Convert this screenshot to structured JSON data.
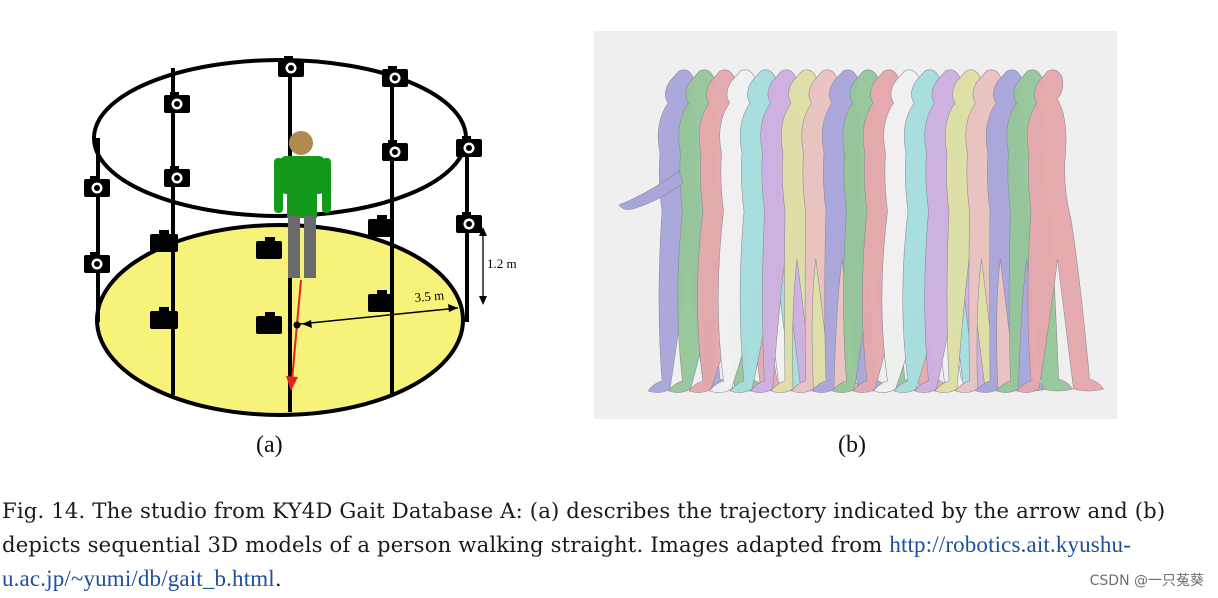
{
  "panel_a": {
    "sublabel": "(a)",
    "height_annotation": "1.2 m",
    "radius_annotation": "3.5 m",
    "colors": {
      "floor": "#f7f27a",
      "shirt": "#149a1a",
      "pants": "#6a6a6a",
      "head": "#b08a4e",
      "arrow": "#e3231b"
    }
  },
  "panel_b": {
    "sublabel": "(b)",
    "figure_colors": [
      "#a9a6dc",
      "#96c79a",
      "#e5a9ad",
      "#f2f2f2",
      "#a7dede",
      "#cfb0e1",
      "#dfe0a6",
      "#eac2c2"
    ]
  },
  "caption": {
    "prefix": "Fig. 14.",
    "text": "The studio from KY4D Gait Database A: (a) describes the trajectory indicated by the arrow and (b) depicts sequential 3D models of a person walking straight. Images adapted from ",
    "link": "http://robotics.ait.kyushu-u.ac.jp/~yumi/db/gait_b.html",
    "suffix": "."
  },
  "watermark": "CSDN @一只菟葵"
}
